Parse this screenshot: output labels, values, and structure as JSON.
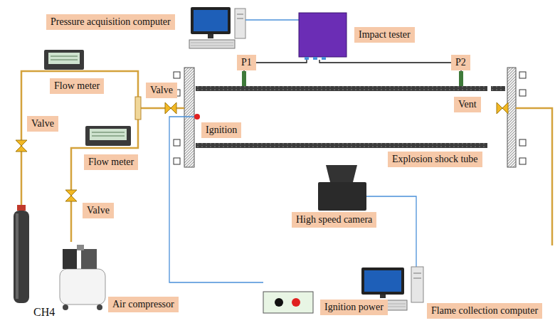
{
  "diagram": {
    "nodes": [
      {
        "text": [
          "Pressure acquisition computer"
        ]
      },
      {
        "text": [
          "Impact tester"
        ]
      },
      {
        "text": [
          "P1"
        ]
      },
      {
        "text": [
          "P2"
        ]
      },
      {
        "text": [
          "Flow meter"
        ]
      },
      {
        "text": [
          "Valve"
        ]
      },
      {
        "text": [
          "Valve"
        ]
      },
      {
        "text": [
          "Ignition"
        ]
      },
      {
        "text": [
          "Vent"
        ]
      },
      {
        "text": [
          "Flow meter"
        ]
      },
      {
        "text": [
          "Explosion shock tube"
        ]
      },
      {
        "text": [
          "Valve"
        ]
      },
      {
        "text": [
          "High speed camera"
        ]
      },
      {
        "text": [
          "Air compressor"
        ]
      },
      {
        "text": [
          "Ignition power"
        ]
      },
      {
        "text": [
          "Flame collection computer"
        ]
      }
    ],
    "labels": [
      "CH4"
    ]
  }
}
